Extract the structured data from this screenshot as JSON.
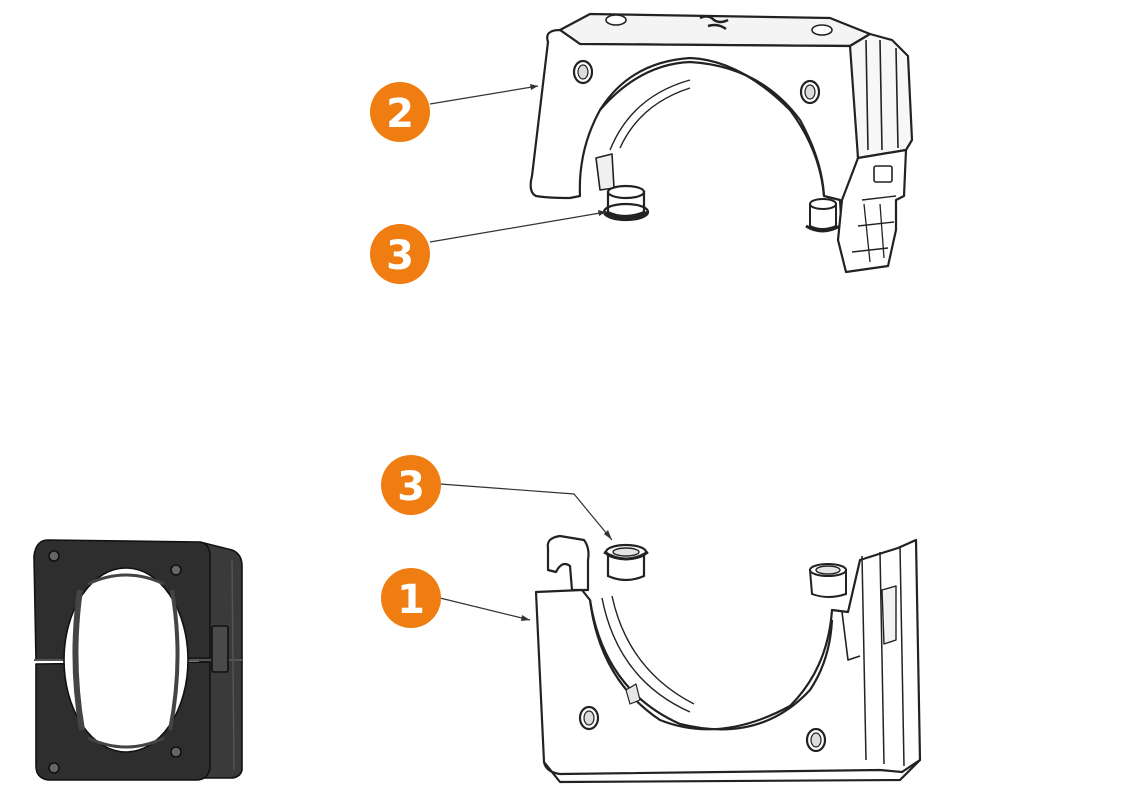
{
  "callouts": [
    {
      "label": "2",
      "target": "upper-clamp-half"
    },
    {
      "label": "3",
      "target": "upper-insert-ring"
    },
    {
      "label": "3",
      "target": "lower-insert-ring"
    },
    {
      "label": "1",
      "target": "lower-clamp-half"
    }
  ],
  "colors": {
    "callout_fill": "#ef7d12",
    "line_art": "#222222",
    "part_fill": "#ffffff",
    "assembled_part": "#2a2a2a"
  }
}
